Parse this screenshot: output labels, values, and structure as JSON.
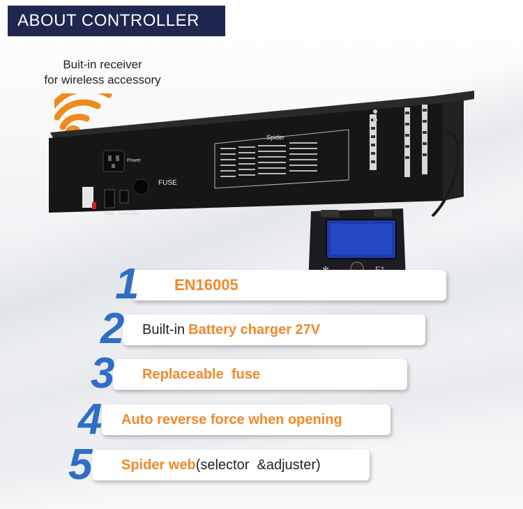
{
  "header": {
    "title": "ABOUT CONTROLLER"
  },
  "receiver": {
    "line1": "Buit-in receiver",
    "line2": "for wireless accessory"
  },
  "controller_labels": {
    "brand": "Spider",
    "power": "Power",
    "fuse": "FUSE",
    "motor": "Motor",
    "power_switch": "Power switch"
  },
  "device_labels": {
    "f1": "F1"
  },
  "features": [
    {
      "number": "1",
      "highlight": "EN16005"
    },
    {
      "number": "2",
      "prefix": "Built-in ",
      "highlight": "Battery charger 27V"
    },
    {
      "number": "3",
      "highlight": "Replaceable  fuse"
    },
    {
      "number": "4",
      "highlight": "Auto reverse force when opening"
    },
    {
      "number": "5",
      "highlight": "Spider web",
      "suffix": "(selector  &adjuster)"
    }
  ],
  "colors": {
    "header_bg": "#1f2650",
    "number_blue": "#2f6dc6",
    "highlight_orange": "#f0892a",
    "wifi_orange": "#f08a1c"
  }
}
